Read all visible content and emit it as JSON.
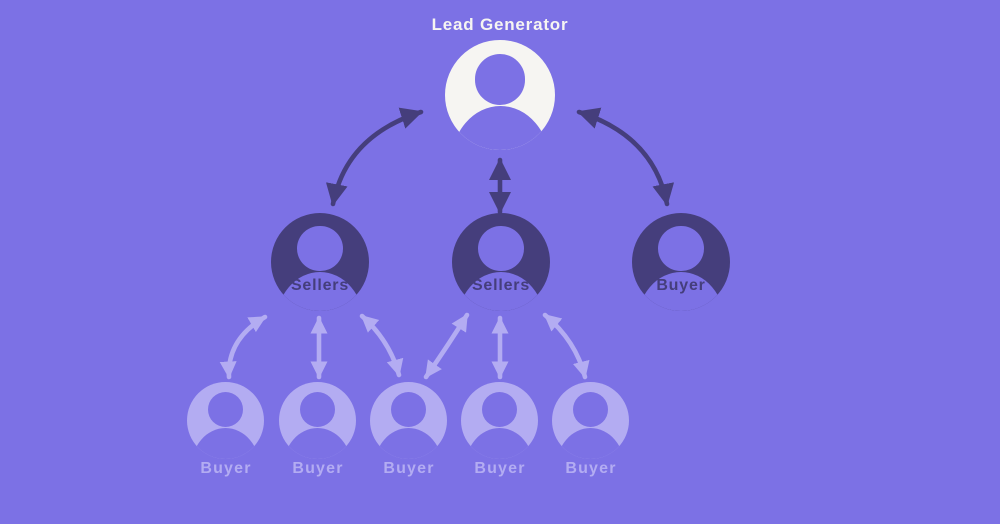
{
  "colors": {
    "bg": "#7C71E5",
    "dark": "#453E7C",
    "light": "#B3ACF2",
    "white": "#F6F5F2"
  },
  "nodes": {
    "lead_generator": {
      "label": "Lead Generator",
      "icon": "person-icon"
    },
    "middle": [
      {
        "label": "Sellers",
        "icon": "person-icon"
      },
      {
        "label": "Sellers",
        "icon": "person-icon"
      },
      {
        "label": "Buyer",
        "icon": "person-icon"
      }
    ],
    "bottom": [
      {
        "label": "Buyer",
        "icon": "person-icon"
      },
      {
        "label": "Buyer",
        "icon": "person-icon"
      },
      {
        "label": "Buyer",
        "icon": "person-icon"
      },
      {
        "label": "Buyer",
        "icon": "person-icon"
      },
      {
        "label": "Buyer",
        "icon": "person-icon"
      }
    ]
  },
  "connections": [
    {
      "from": "lead-generator",
      "to": "sellers-1",
      "type": "bidirectional"
    },
    {
      "from": "lead-generator",
      "to": "sellers-2",
      "type": "bidirectional"
    },
    {
      "from": "lead-generator",
      "to": "buyer-mid",
      "type": "bidirectional"
    },
    {
      "from": "sellers-1",
      "to": "buyer-1",
      "type": "bidirectional"
    },
    {
      "from": "sellers-1",
      "to": "buyer-2",
      "type": "bidirectional"
    },
    {
      "from": "sellers-1",
      "to": "buyer-3",
      "type": "bidirectional"
    },
    {
      "from": "sellers-2",
      "to": "buyer-3",
      "type": "bidirectional"
    },
    {
      "from": "sellers-2",
      "to": "buyer-4",
      "type": "bidirectional"
    },
    {
      "from": "sellers-2",
      "to": "buyer-5",
      "type": "bidirectional"
    }
  ]
}
